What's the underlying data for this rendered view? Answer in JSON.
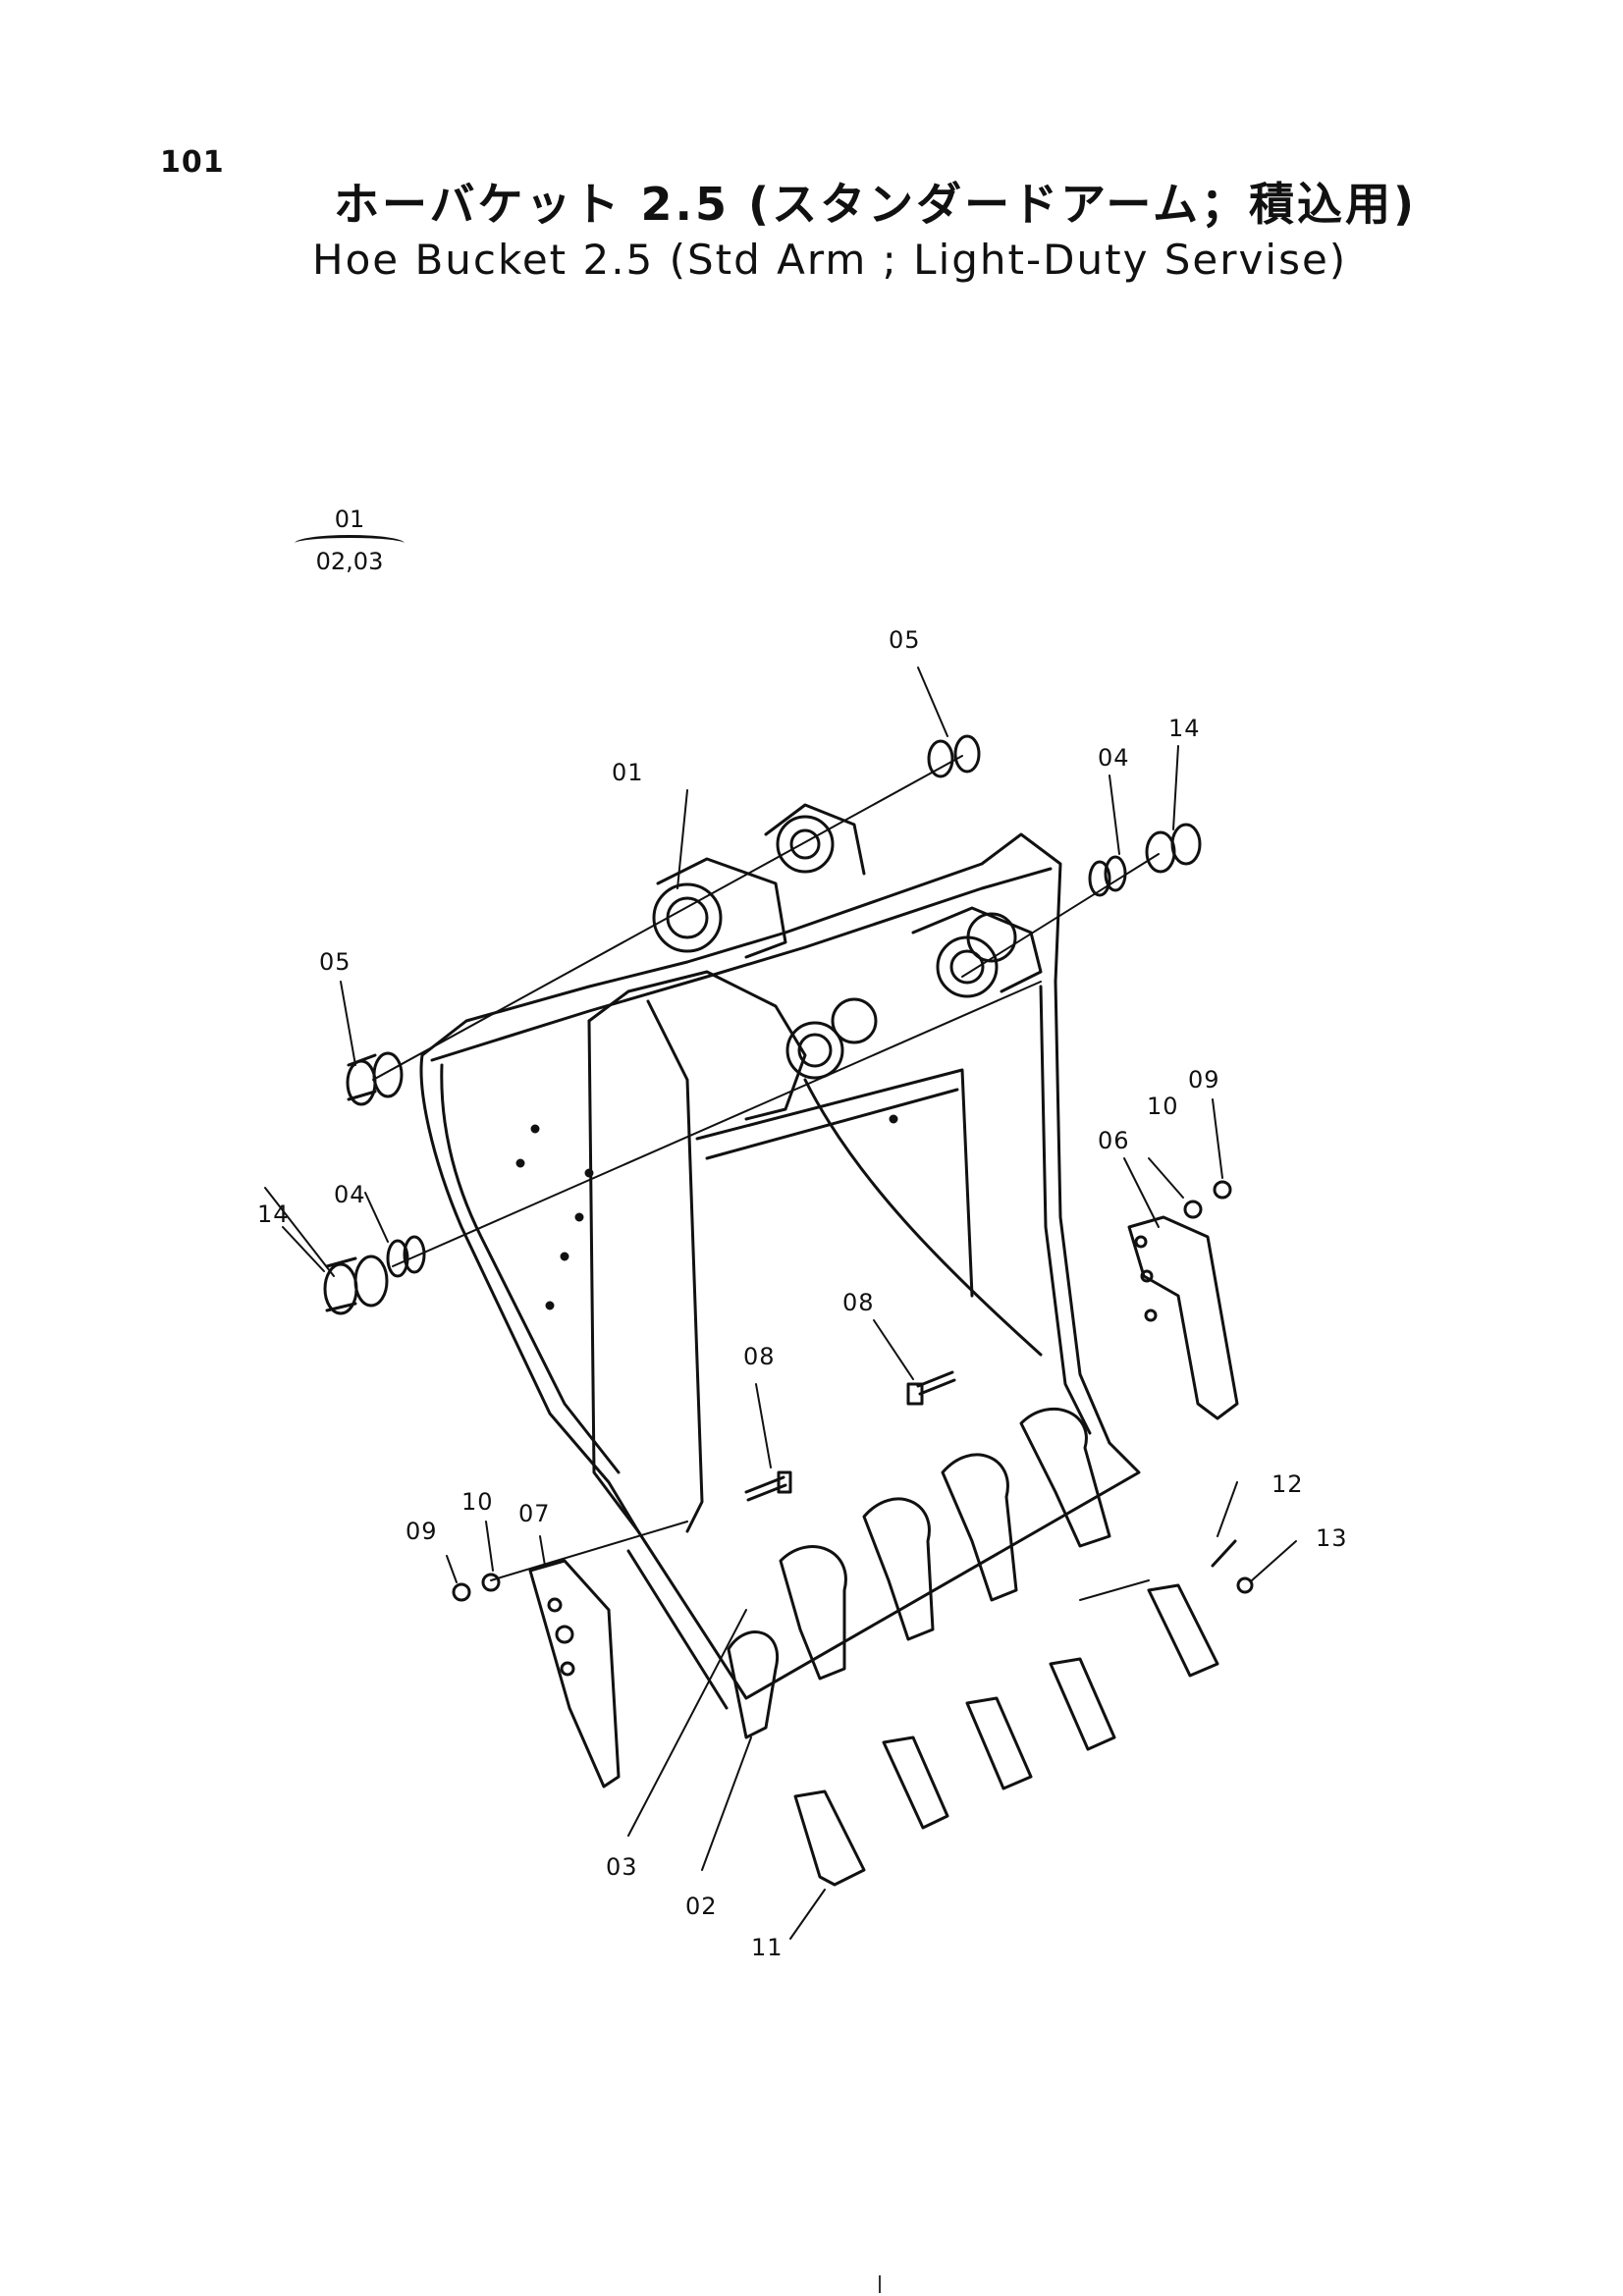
{
  "page": {
    "number": "101"
  },
  "title": {
    "japanese": "ホーバケット 2.5 (スタンダードアーム；積込用)",
    "english": "Hoe Bucket 2.5 (Std Arm ; Light-Duty Servise)"
  },
  "assembly_note": {
    "parent": "01",
    "children": "02,03"
  },
  "callouts": {
    "c01": "01",
    "c02": "02",
    "c03": "03",
    "c04a": "04",
    "c04b": "04",
    "c05a": "05",
    "c05b": "05",
    "c06": "06",
    "c07": "07",
    "c08a": "08",
    "c08b": "08",
    "c09a": "09",
    "c09b": "09",
    "c10a": "10",
    "c10b": "10",
    "c11": "11",
    "c12": "12",
    "c13": "13",
    "c14a": "14",
    "c14b": "14"
  }
}
